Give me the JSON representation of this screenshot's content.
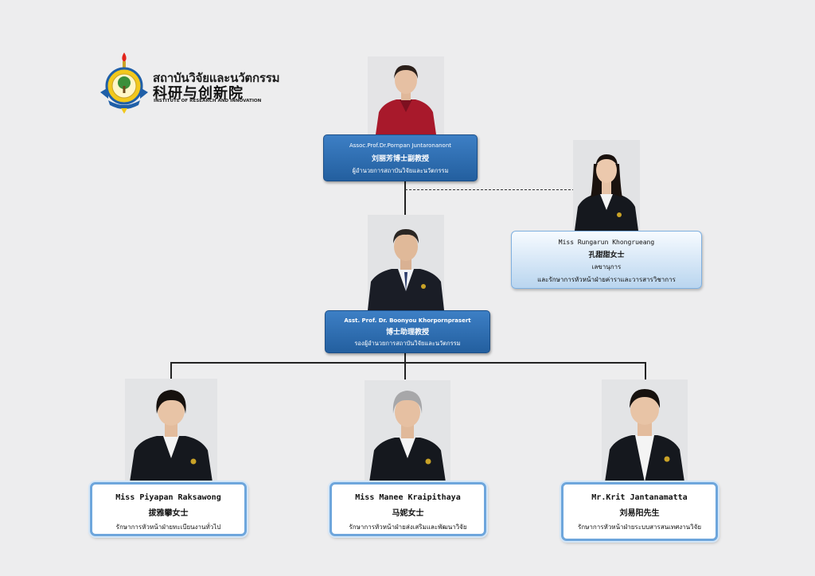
{
  "logo": {
    "thai": "สถาบันวิจัยและนวัตกรรม",
    "chinese": "科研与创新院",
    "english": "INSTITUTE OF RESEARCH AND INNOVATION"
  },
  "director": {
    "name_en": "Assoc.Prof.Dr.Pornpan Juntaronanont",
    "name_cn": "刘丽芳博士副教授",
    "title_th": "ผู้อำนวยการสถาบันวิจัยและนวัตกรรม"
  },
  "secretary": {
    "name_en": "Miss Rungarun Khongrueang",
    "name_cn": "孔甜甜女士",
    "title_th_1": "เลขานุการ",
    "title_th_2": "และรักษาการหัวหน้าฝ่ายค่าราและวารสารวิชาการ"
  },
  "deputy": {
    "name_en": "Asst. Prof. Dr. Boonyou Khorpornprasert",
    "name_cn": "博士助理教授",
    "title_th": "รองผู้อำนวยการสถาบันวิจัยและนวัตกรรม"
  },
  "staff": [
    {
      "name_en": "Miss Piyapan Raksawong",
      "name_cn": "拔雅攀女士",
      "title_th": "รักษาการหัวหน้าฝ่ายทะเบียนงานทั่วไป"
    },
    {
      "name_en": "Miss Manee Kraipithaya",
      "name_cn": "马妮女士",
      "title_th": "รักษาการหัวหน้าฝ่ายส่งเสริมและพัฒนาวิจัย"
    },
    {
      "name_en": "Mr.Krit Jantanamatta",
      "name_cn": "刘易阳先生",
      "title_th": "รักษาการหัวหน้าฝ่ายระบบสารสนเทศงานวิจัย"
    }
  ]
}
